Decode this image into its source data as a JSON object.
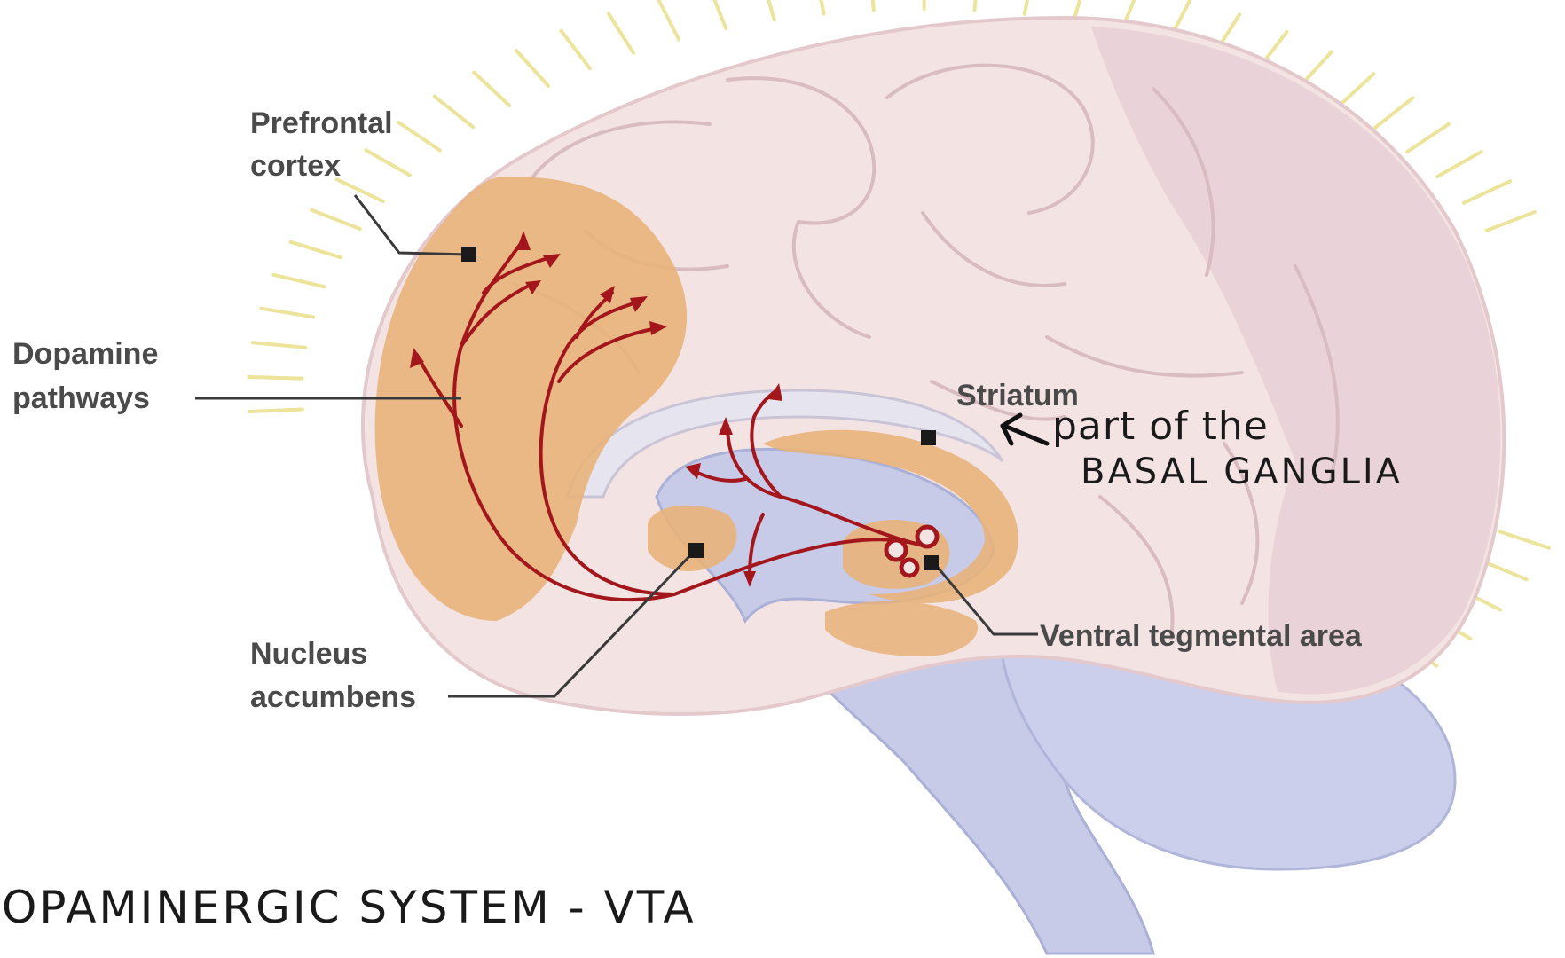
{
  "labels": {
    "prefrontal_line1": "Prefrontal",
    "prefrontal_line2": "cortex",
    "dopamine_line1": "Dopamine",
    "dopamine_line2": "pathways",
    "striatum": "Striatum",
    "nucleus_line1": "Nucleus",
    "nucleus_line2": "accumbens",
    "vta": "Ventral tegmental area"
  },
  "annotations": {
    "striatum_note_line1": "part of the",
    "striatum_note_line2": "BASAL GANGLIA",
    "footer_caption": "OPAMINERGIC SYSTEM - VTA"
  },
  "colors": {
    "cortex": "#f3e3e3",
    "cortex_dark": "#e8cfd3",
    "highlight": "#e8b27a",
    "brainstem": "#c7cbe8",
    "pathway": "#a3161c",
    "rays": "#ebe49a"
  }
}
